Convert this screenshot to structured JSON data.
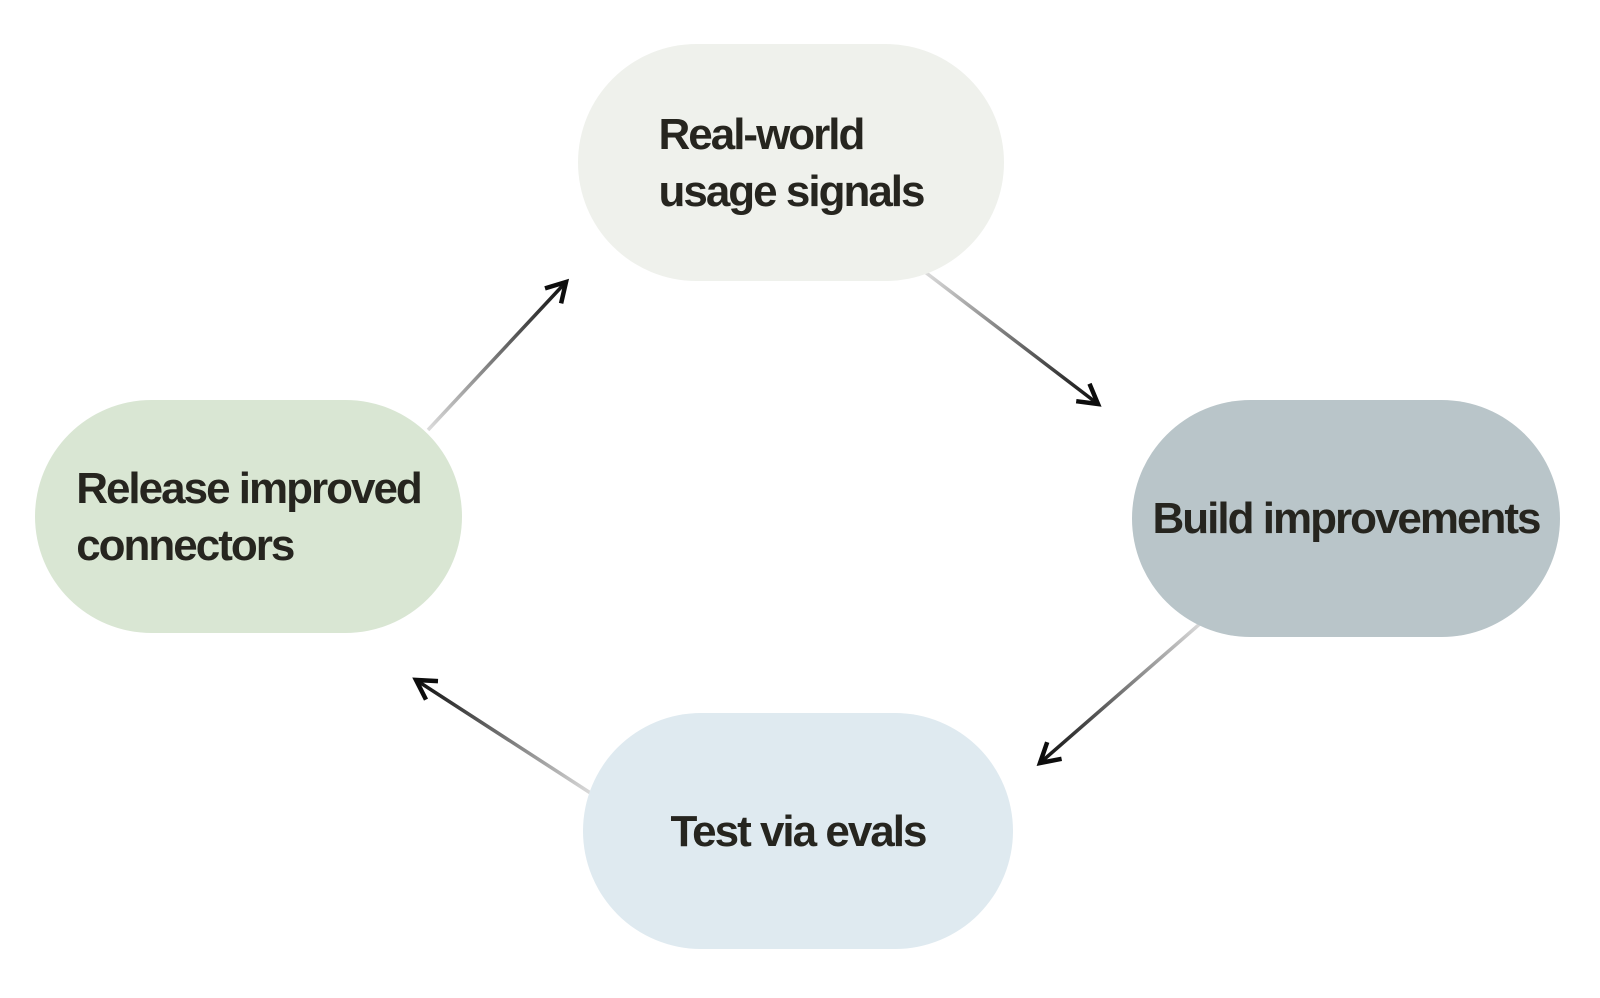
{
  "diagram": {
    "description": "Circular four-step improvement cycle",
    "background_color": "#ffffff",
    "text_color": "#26251f",
    "arrow": {
      "tail_color": "#dcdcdc",
      "head_color": "#0d0d0d",
      "style": "straight line, gradient from light gray tail to black head, open chevron arrowhead"
    },
    "nodes": [
      {
        "id": "real-world-usage-signals",
        "label": "Real-world\nusage signals",
        "fill": "#eff1ec",
        "position": "top"
      },
      {
        "id": "build-improvements",
        "label": "Build improvements",
        "fill": "#b9c5c9",
        "position": "right"
      },
      {
        "id": "test-via-evals",
        "label": "Test via evals",
        "fill": "#dfeaf0",
        "position": "bottom"
      },
      {
        "id": "release-improved-connectors",
        "label": "Release improved\nconnectors",
        "fill": "#d9e6d3",
        "position": "left"
      }
    ],
    "edges": [
      {
        "from": "release-improved-connectors",
        "to": "real-world-usage-signals"
      },
      {
        "from": "real-world-usage-signals",
        "to": "build-improvements"
      },
      {
        "from": "build-improvements",
        "to": "test-via-evals"
      },
      {
        "from": "test-via-evals",
        "to": "release-improved-connectors"
      }
    ]
  }
}
